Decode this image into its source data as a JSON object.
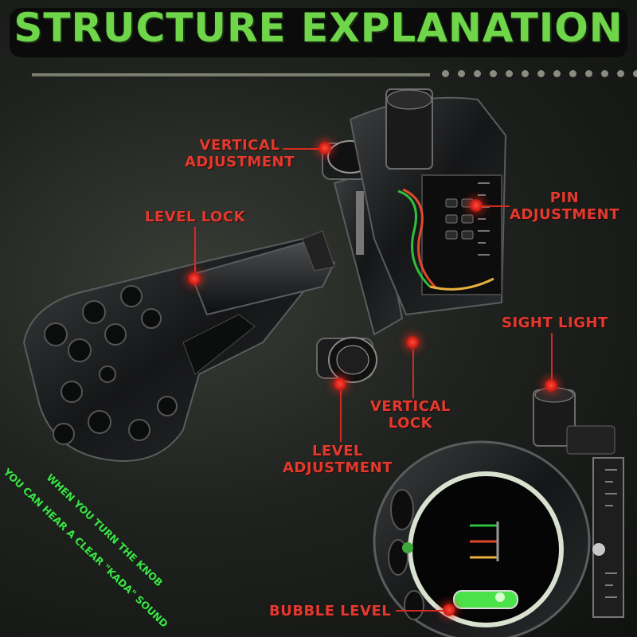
{
  "header": {
    "title": "STRUCTURE EXPLANATION"
  },
  "labels": {
    "vertical_adjustment": [
      "VERTICAL",
      "ADJUSTMENT"
    ],
    "level_lock": "LEVEL LOCK",
    "pin_adjustment": [
      "PIN",
      "ADJUSTMENT"
    ],
    "sight_light": "SIGHT LIGHT",
    "vertical_lock": [
      "VERTICAL",
      "LOCK"
    ],
    "level_adjustment": [
      "LEVEL",
      "ADJUSTMENT"
    ],
    "bubble_level": "BUBBLE LEVEL"
  },
  "note": {
    "line1": "WHEN YOU TURN THE KNOB",
    "line2": "YOU CAN HEAR A CLEAR \"KADA\" SOUND"
  },
  "colors": {
    "title": "#6fd64a",
    "label": "#e23a2e",
    "note": "#3fe24a",
    "background": "#1f221e"
  }
}
